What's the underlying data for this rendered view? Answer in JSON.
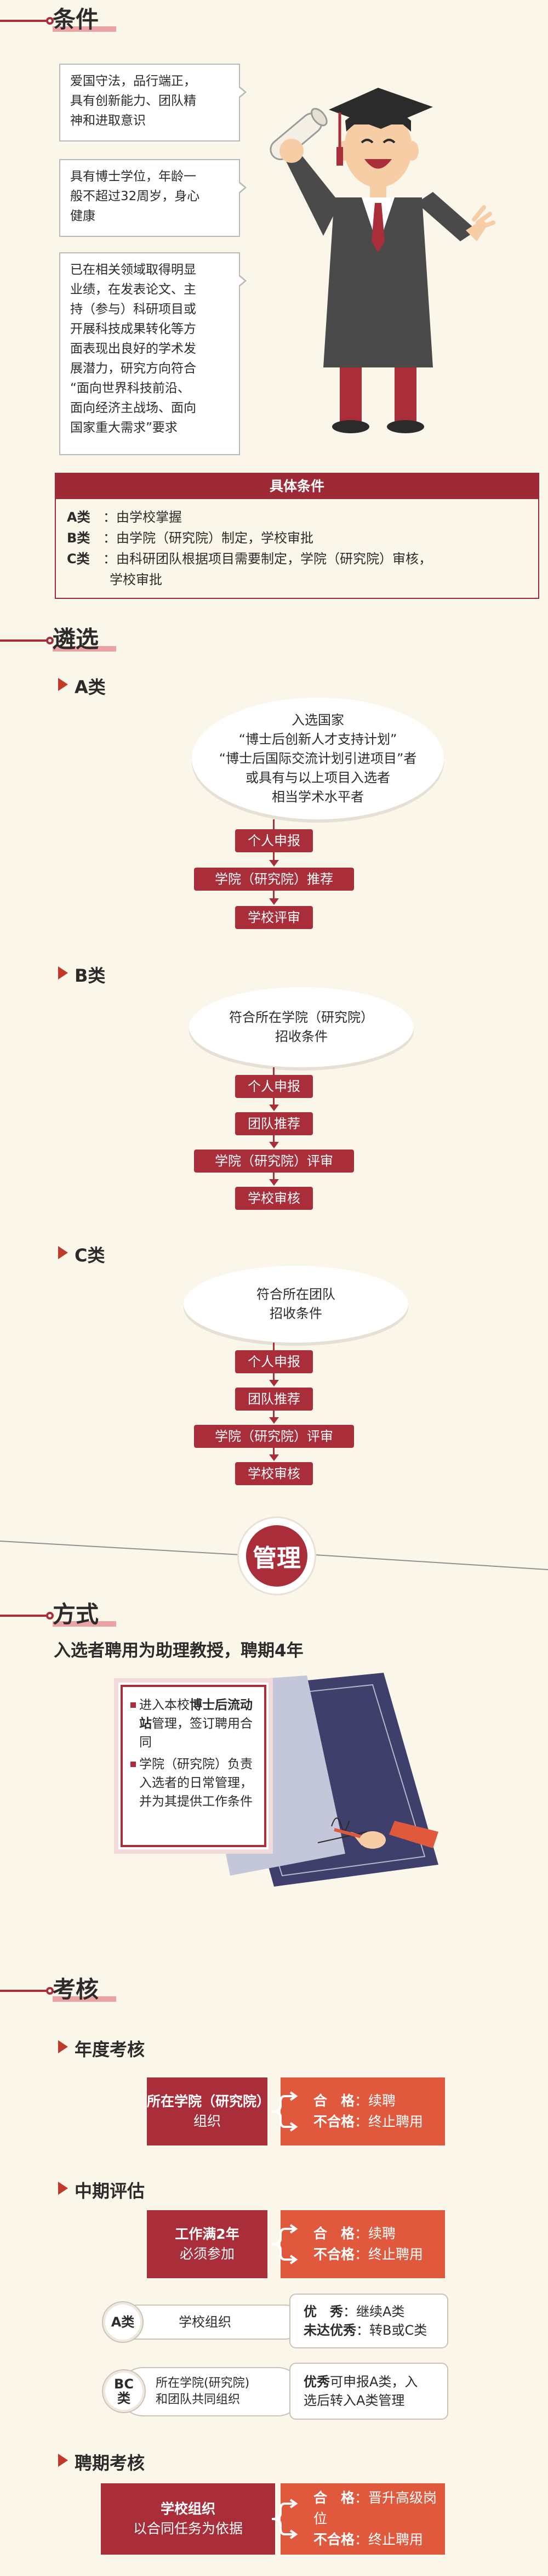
{
  "conditions": {
    "title": "条件",
    "boxes": [
      {
        "lines": [
          "爱国守法，品行端正，",
          "具有创新能力、团队精",
          "神和进取意识"
        ]
      },
      {
        "lines": [
          "具有博士学位，年龄一",
          "般不超过32周岁，身心",
          "健康"
        ]
      },
      {
        "lines": [
          "已在相关领域取得明显",
          "业绩，在发表论文、主",
          "持（参与）科研项目或",
          "开展科技成果转化等方",
          "面表现出良好的学术发",
          "展潜力，研究方向符合",
          "“面向世界科技前沿、",
          "面向经济主战场、面向",
          "国家重大需求”要求"
        ]
      }
    ],
    "specific": {
      "header": "具体条件",
      "rows": [
        {
          "label": "A类",
          "text": "：由学校掌握"
        },
        {
          "label": "B类",
          "text": "：由学院（研究院）制定，学校审批"
        },
        {
          "label": "C类",
          "text": "：由科研团队根据项目需要制定，学院（研究院）审核，",
          "cont": "学校审批"
        }
      ]
    }
  },
  "selection": {
    "title": "遴选",
    "a": {
      "title": "A类",
      "cloud_lines": [
        "入选国家",
        "“博士后创新人才支持计划”",
        "“博士后国际交流计划引进项目”者",
        "或具有与以上项目入选者",
        "相当学术水平者"
      ],
      "steps": [
        "个人申报",
        "学院（研究院）推荐",
        "学校评审"
      ]
    },
    "b": {
      "title": "B类",
      "cloud_lines": [
        "符合所在学院（研究院）",
        "招收条件"
      ],
      "steps": [
        "个人申报",
        "团队推荐",
        "学院（研究院）评审",
        "学校审核"
      ]
    },
    "c": {
      "title": "C类",
      "cloud_lines": [
        "符合所在团队",
        "招收条件"
      ],
      "steps": [
        "个人申报",
        "团队推荐",
        "学院（研究院）评审",
        "学校审核"
      ]
    }
  },
  "management": {
    "badge": "管理",
    "method_title": "方式",
    "method_desc": "入选者聘用为助理教授，聘期4年",
    "doc": {
      "item1_pre": "进入本校",
      "item1_bold": "博士后流动站",
      "item1_post": "管理，签订聘用合同",
      "item2": "学院（研究院）负责入选者的日常管理，并为其提供工作条件"
    }
  },
  "assessment": {
    "title": "考核",
    "annual": {
      "title": "年度考核",
      "left_bold": "所在学院（研究院）",
      "left_sub": "组织",
      "r1_label": "合　格",
      "r1_text": "：续聘",
      "r2_label": "不合格",
      "r2_text": "：终止聘用"
    },
    "midterm": {
      "title": "中期评估",
      "left_bold": "工作满2年",
      "left_sub": "必须参加",
      "r1_label": "合　格",
      "r1_text": "：续聘",
      "r2_label": "不合格",
      "r2_text": "：终止聘用",
      "a_badge": "A类",
      "a_org": "学校组织",
      "a_r1_label": "优　秀",
      "a_r1_text": "：继续A类",
      "a_r2_label": "未达优秀",
      "a_r2_text": "：转B或C类",
      "bc_badge_1": "BC",
      "bc_badge_2": "类",
      "bc_org_1": "所在学院(研究院)",
      "bc_org_2": "和团队共同组织",
      "bc_r1_label": "优秀",
      "bc_r1_text": "可申报A类，入",
      "bc_r2_text": "选后转入A类管理"
    },
    "hiring": {
      "title": "聘期考核",
      "left_bold": "学校组织",
      "left_sub": "以合同任务为依据",
      "r1_label": "合　格",
      "r1_text": "：晋升高级岗位",
      "r2_label": "不合格",
      "r2_text": "：终止聘用"
    }
  }
}
